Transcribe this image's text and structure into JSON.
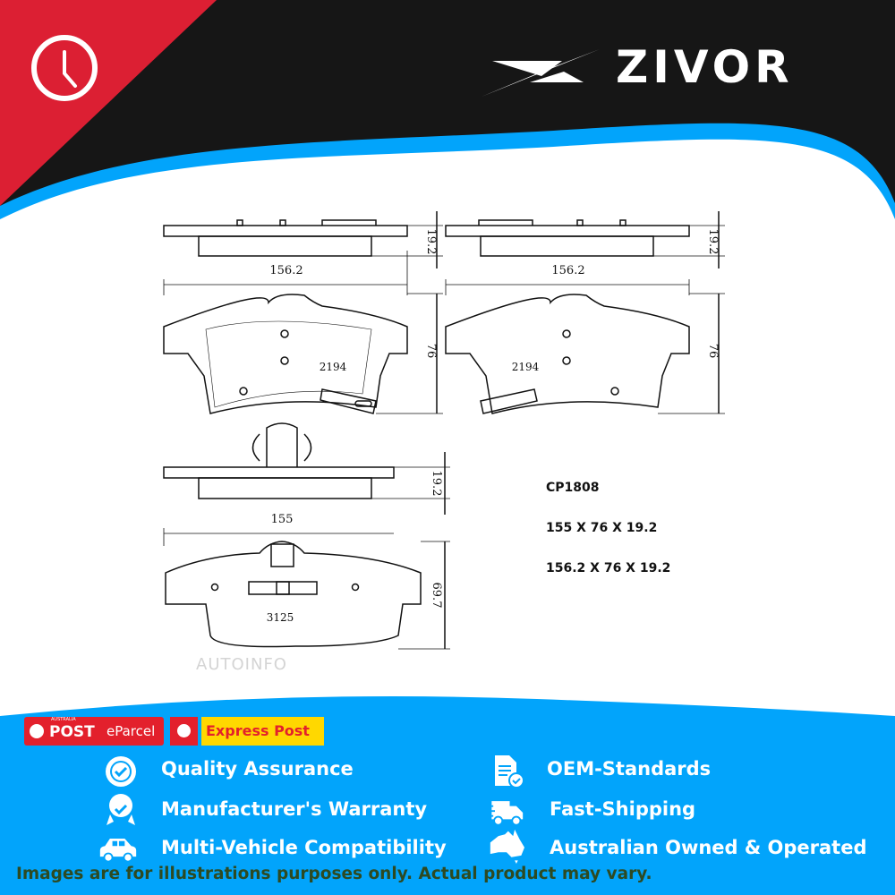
{
  "brand": {
    "name": "ZIVOR",
    "colors": {
      "red": "#dc1f33",
      "black": "#161616",
      "blue": "#02a4fb",
      "yellow": "#ffd800",
      "disclaimer": "#2d4a22"
    }
  },
  "header": {
    "clock_icon": "clock-icon"
  },
  "drawing": {
    "pad1": {
      "thickness": "19.2",
      "width": "156.2",
      "height": "76",
      "code": "2194"
    },
    "pad2": {
      "thickness": "19.2",
      "width": "156.2",
      "height": "76",
      "code": "2194"
    },
    "pad3": {
      "thickness": "19.2",
      "width": "155",
      "height": "69.7",
      "code": "3125"
    },
    "watermark": "AUTOINFO"
  },
  "specs": {
    "part_number": "CP1808",
    "size_1": "155 X 76 X 19.2",
    "size_2": "156.2 X 76 X 19.2"
  },
  "shipping": {
    "auspost_small": "AUSTRALIA",
    "auspost": "POST",
    "eparcel": "eParcel",
    "express": "Express Post"
  },
  "features": [
    {
      "label": "Quality Assurance",
      "icon": "badge-check-icon"
    },
    {
      "label": "Manufacturer's Warranty",
      "icon": "award-ribbon-icon"
    },
    {
      "label": "Multi-Vehicle Compatibility",
      "icon": "car-icon"
    },
    {
      "label": "OEM-Standards",
      "icon": "document-check-icon"
    },
    {
      "label": "Fast-Shipping",
      "icon": "truck-icon"
    },
    {
      "label": "Australian Owned & Operated",
      "icon": "australia-map-icon"
    }
  ],
  "disclaimer": "Images are for illustrations purposes only. Actual product may vary."
}
